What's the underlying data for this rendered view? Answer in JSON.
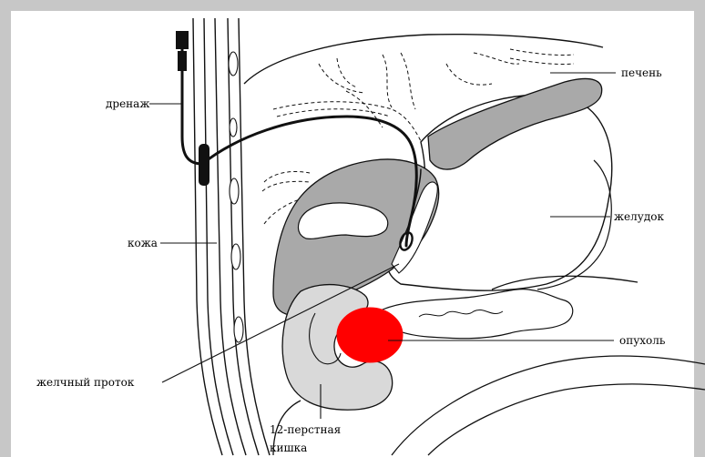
{
  "labels": {
    "drainage": "дренаж",
    "liver": "печень",
    "stomach": "желудок",
    "skin": "кожа",
    "tumor": "опухоль",
    "bile_duct": "желчный проток",
    "duodenum_line1": "12-перстная",
    "duodenum_line2": "кишка"
  },
  "colors": {
    "tumor": "#ff0000",
    "gray_fill": "#a9a9a9",
    "light_fill": "#d9d9d9",
    "stroke": "#111111",
    "background": "#c7c7c7"
  }
}
